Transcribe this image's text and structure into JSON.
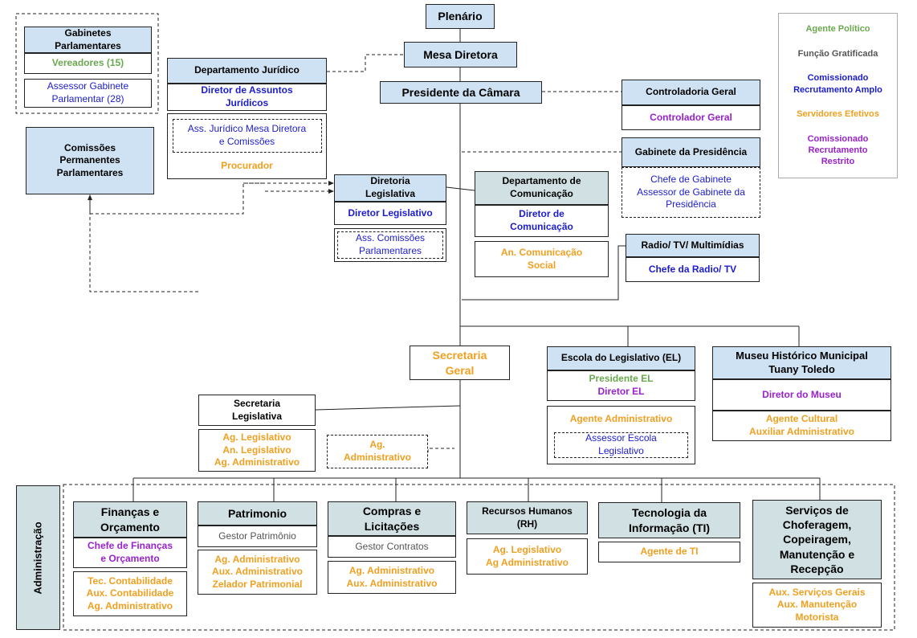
{
  "top": {
    "plenario": "Plenário",
    "mesa": "Mesa Diretora",
    "presidente": "Presidente da Câmara"
  },
  "legend": [
    {
      "label": "Agente Político",
      "color": "#6aa84f"
    },
    {
      "label": "Função Gratificada",
      "color": "#555555"
    },
    {
      "label": "Comissionado\nRecrutamento Amplo",
      "color": "#1c1ccf"
    },
    {
      "label": "Servidores Efetivos",
      "color": "#f0a020"
    },
    {
      "label": "Comissionado\nRecrutamento\nRestrito",
      "color": "#9922cc"
    }
  ],
  "gabinetes": {
    "title": "Gabinetes\nParlamentares",
    "vereadores": "Vereadores (15)",
    "assessor": "Assessor Gabinete\nParlamentar (28)"
  },
  "comissoes": "Comissões\nPermanentes\nParlamentares",
  "juridico": {
    "title": "Departamento Jurídico",
    "diretor": "Diretor de Assuntos\nJurídicos",
    "ass": "Ass. Jurídico Mesa Diretora\ne Comissões",
    "procurador": "Procurador"
  },
  "controladoria": {
    "title": "Controladoria Geral",
    "controlador": "Controlador Geral"
  },
  "gabinete_presidencia": {
    "title": "Gabinete da Presidência",
    "staff": "Chefe de Gabinete\nAssessor de Gabinete da\nPresidência"
  },
  "dir_legislativa": {
    "title": "Diretoria\nLegislativa",
    "diretor": "Diretor Legislativo",
    "ass": "Ass. Comissões\nParlamentares"
  },
  "comunicacao": {
    "title": "Departamento de\nComunicação",
    "diretor": "Diretor de\nComunicação",
    "analista": "An. Comunicação\nSocial"
  },
  "radio": {
    "title": "Radio/ TV/ Multimídias",
    "chefe": "Chefe da Radio/ TV"
  },
  "secretaria_geral": "Secretaria\nGeral",
  "escola": {
    "title": "Escola do Legislativo (EL)",
    "presidente": "Presidente EL",
    "diretor": "Diretor EL",
    "agente": "Agente Administrativo",
    "assessor": "Assessor Escola\nLegislativo"
  },
  "museu": {
    "title": "Museu  Histórico Municipal\nTuany Toledo",
    "diretor": "Diretor do Museu",
    "staff": "Agente Cultural\nAuxiliar Administrativo"
  },
  "sec_legislativa": {
    "title": "Secretaria\nLegislativa",
    "staff": "Ag. Legislativo\nAn. Legislativo\nAg. Administrativo"
  },
  "ag_admin": "Ag.\nAdministrativo",
  "administracao": {
    "label": "Administração",
    "financas": {
      "title": "Finanças e\nOrçamento",
      "chefe": "Chefe de Finanças\ne Orçamento",
      "staff": "Tec. Contabilidade\nAux. Contabilidade\nAg. Administrativo"
    },
    "patrimonio": {
      "title": "Patrimonio",
      "gestor": "Gestor Patrimônio",
      "staff": "Ag. Administrativo\nAux. Administrativo\nZelador Patrimonial"
    },
    "compras": {
      "title": "Compras e\nLicitações",
      "gestor": "Gestor Contratos",
      "staff": "Ag. Administrativo\nAux. Administrativo"
    },
    "rh": {
      "title": "Recursos Humanos\n(RH)",
      "staff": "Ag. Legislativo\nAg Administrativo"
    },
    "ti": {
      "title": "Tecnologia da\nInformação (TI)",
      "staff": "Agente de TI"
    },
    "servicos": {
      "title": "Serviços de\nChoferagem,\nCopeiragem,\nManutenção e\nRecepção",
      "staff": "Aux. Serviços  Gerais\nAux. Manutenção\nMotorista"
    }
  }
}
